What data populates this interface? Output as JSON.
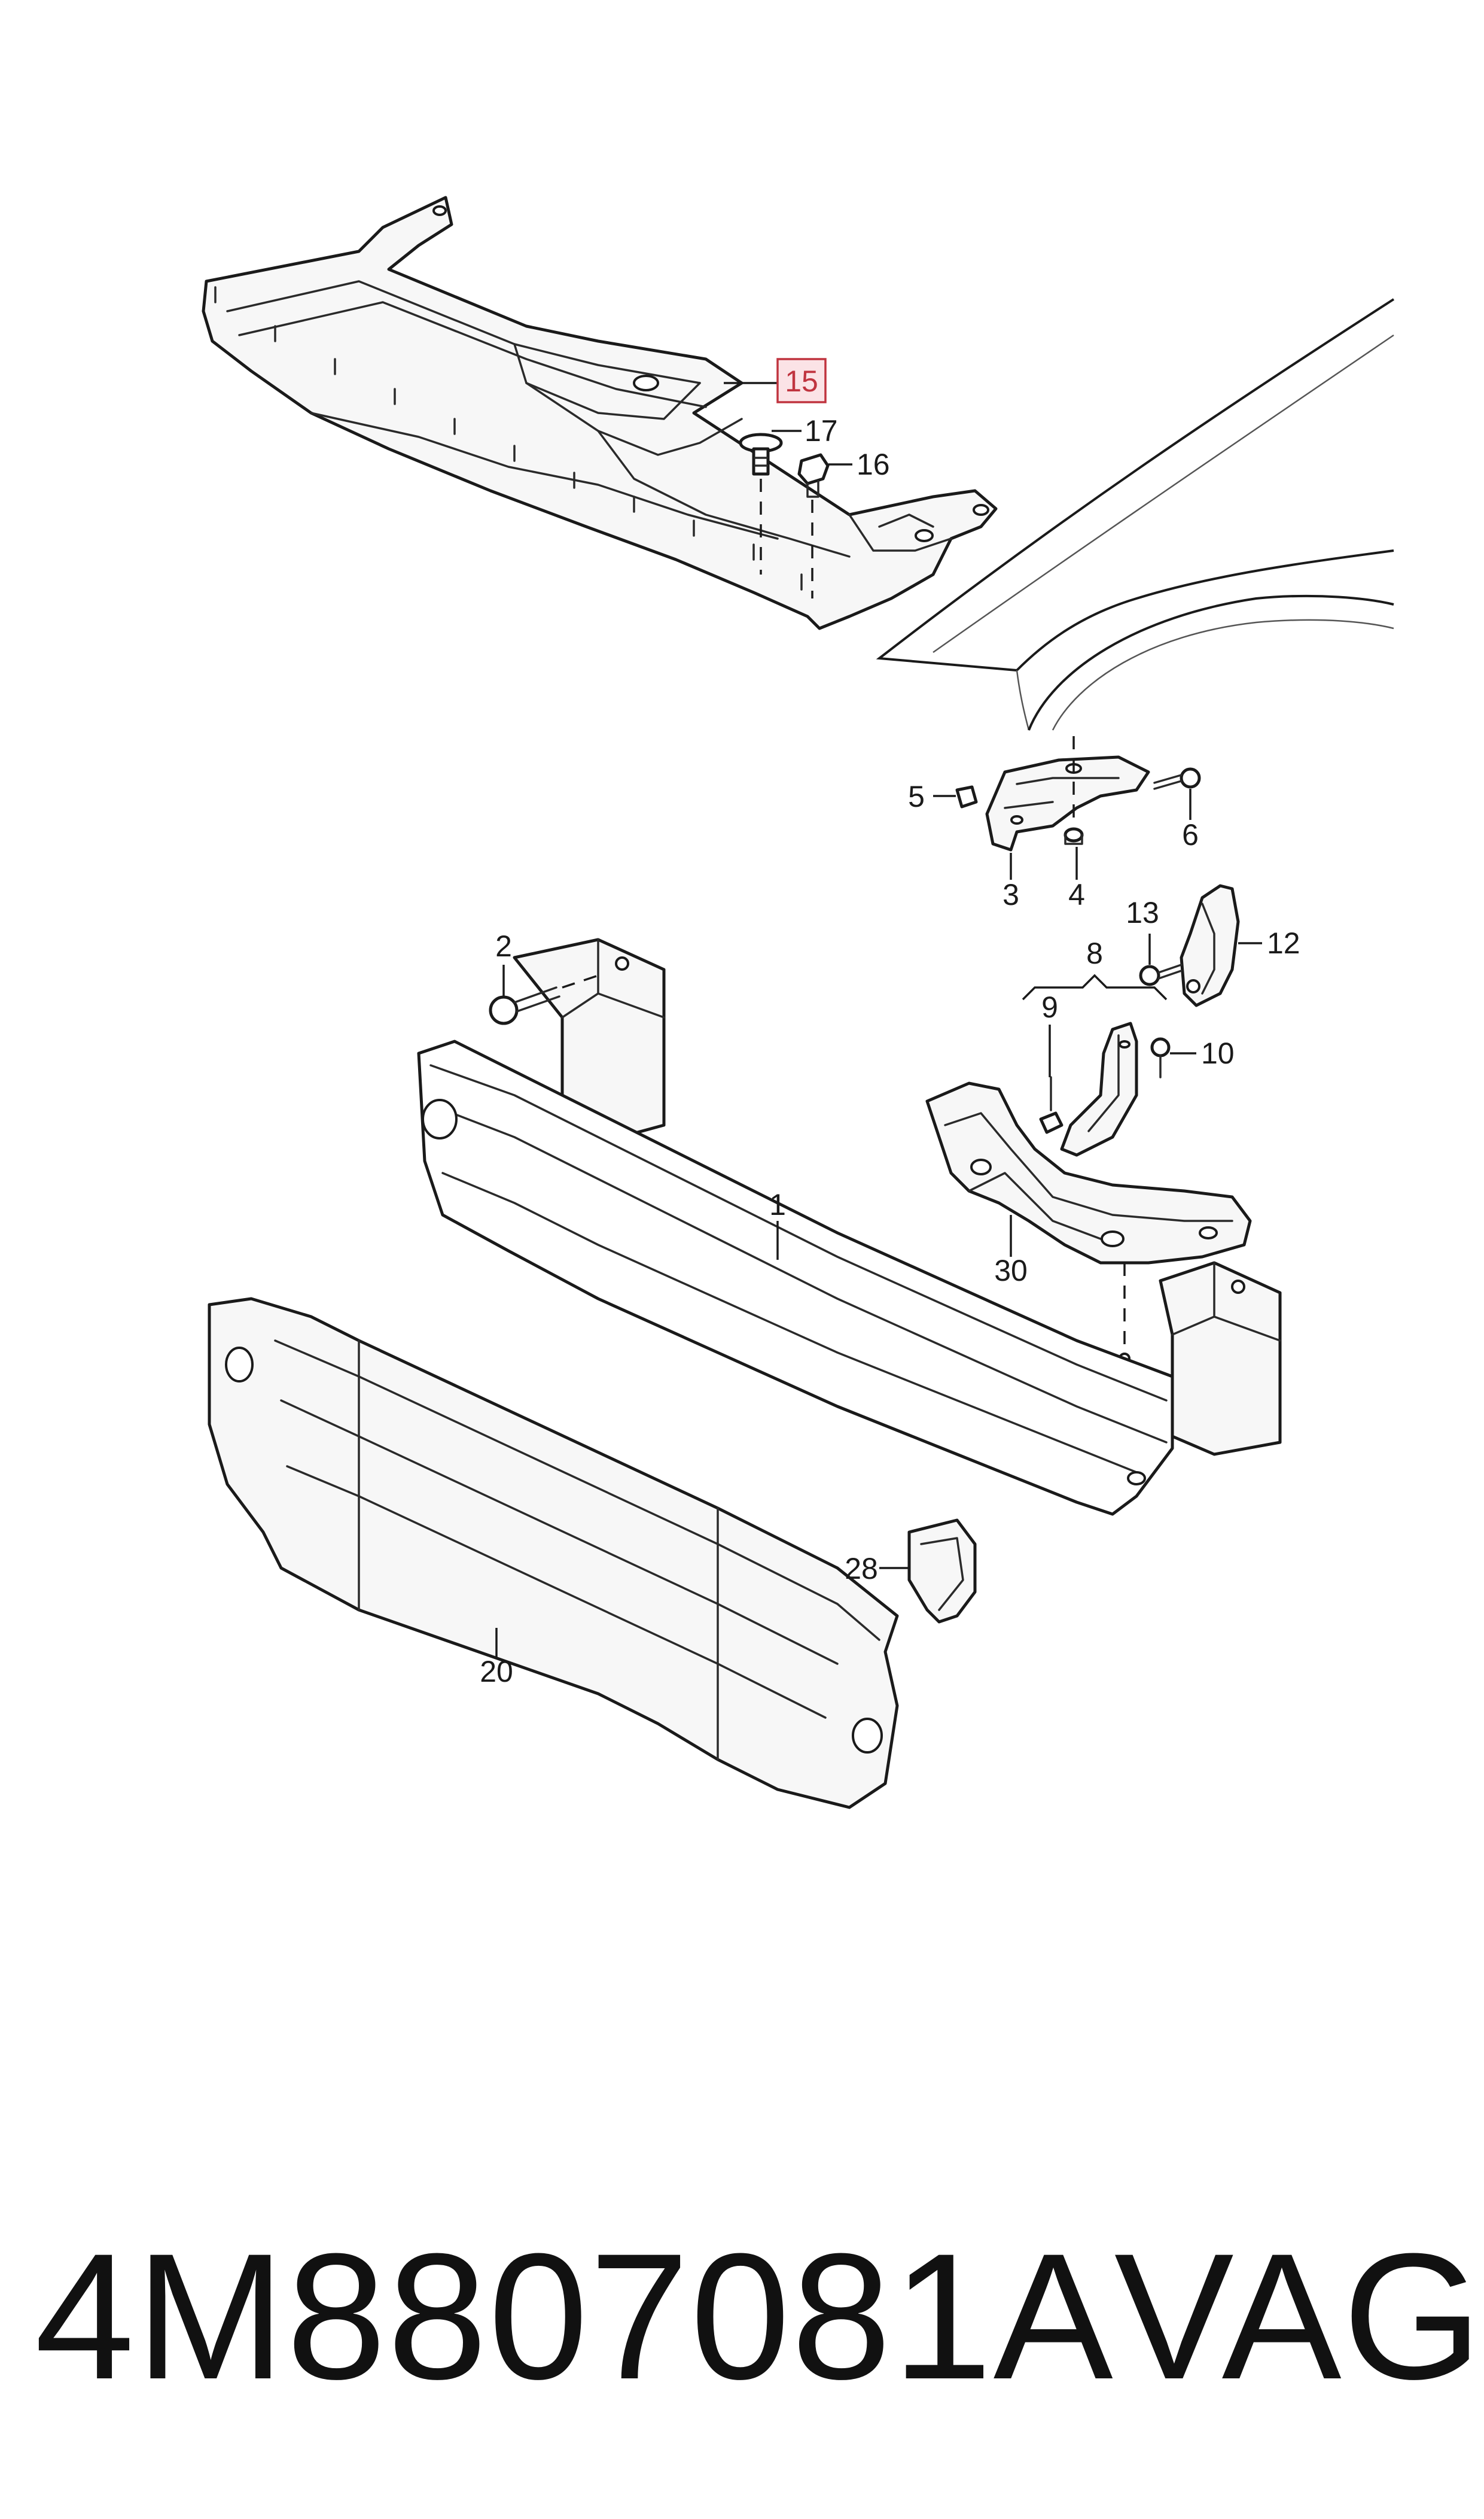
{
  "diagram": {
    "callouts": {
      "c1": "1",
      "c2": "2",
      "c3": "3",
      "c4": "4",
      "c5": "5",
      "c6": "6",
      "c8": "8",
      "c9": "9",
      "c10": "10",
      "c12": "12",
      "c13": "13",
      "c15": "15",
      "c16": "16",
      "c17": "17",
      "c20": "20",
      "c28": "28",
      "c30": "30"
    },
    "highlighted_callout": "15",
    "highlight_color": "#c0343f"
  },
  "caption": {
    "part_number": "4M8807081A",
    "brand": "VAG"
  }
}
